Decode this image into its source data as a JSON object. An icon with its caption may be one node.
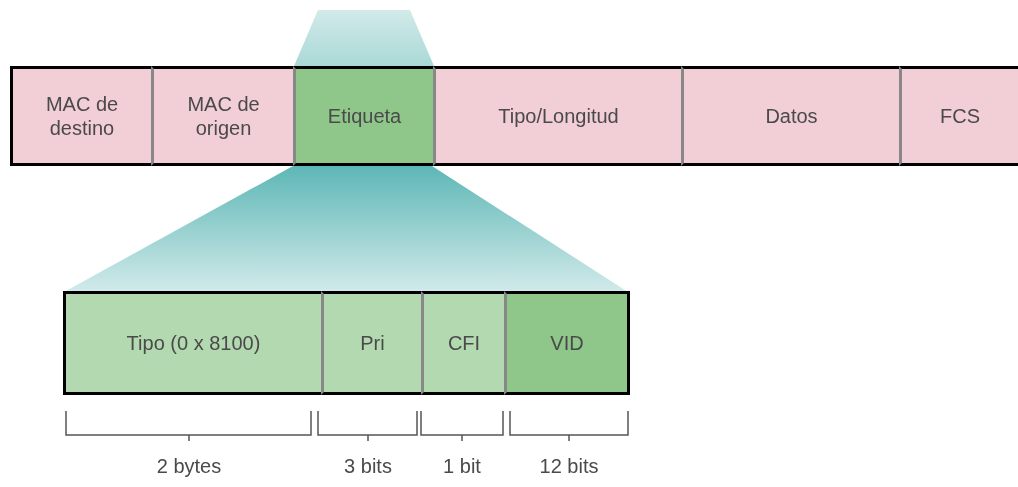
{
  "diagram": {
    "nodes": [
      {
        "text": [],
        "shape": "trapezoid"
      },
      {
        "text": [
          "MAC de destino"
        ]
      },
      {
        "text": [
          "MAC de origen"
        ]
      },
      {
        "text": [
          "Etiqueta"
        ]
      },
      {
        "text": [
          "Tipo/Longitud"
        ]
      },
      {
        "text": [
          "Datos"
        ]
      },
      {
        "text": [
          "FCS"
        ]
      },
      {
        "text": [],
        "shape": "trapezoid"
      },
      {
        "text": [
          "Tipo (0 x 8100)"
        ]
      },
      {
        "text": [
          "Pri"
        ]
      },
      {
        "text": [
          "CFI"
        ]
      },
      {
        "text": [
          "VID"
        ]
      }
    ],
    "labels": [
      "2 bytes",
      "3 bits",
      "1 bit",
      "12 bits"
    ]
  }
}
